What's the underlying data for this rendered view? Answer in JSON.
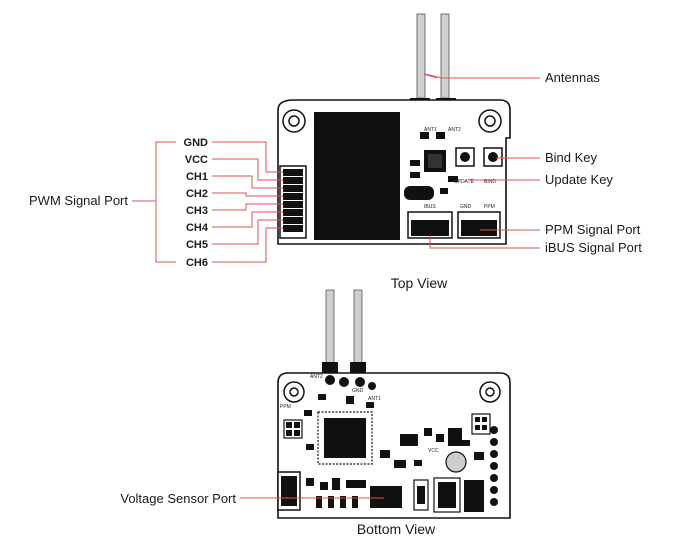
{
  "colors": {
    "leader_line": "#d9534f",
    "board_outline": "#111111",
    "component": "#111111"
  },
  "top_view": {
    "caption": "Top View",
    "callouts": {
      "antennas": "Antennas",
      "bind_key": "Bind Key",
      "update_key": "Update Key",
      "ppm_signal_port": "PPM Signal Port",
      "ibus_signal_port": "iBUS Signal Port",
      "pwm_signal_port": "PWM Signal Port"
    },
    "pwm_pins": [
      "GND",
      "VCC",
      "CH1",
      "CH2",
      "CH3",
      "CH4",
      "CH5",
      "CH6"
    ],
    "silkscreen": {
      "ant1": "ANT1",
      "ant2": "ANT2",
      "update": "UPDATE",
      "bind": "BIND",
      "ibus": "IBUS",
      "ppm": "PPM",
      "gnd": "GND"
    }
  },
  "bottom_view": {
    "caption": "Bottom View",
    "callouts": {
      "voltage_sensor_port": "Voltage Sensor Port"
    },
    "silkscreen": {
      "ant1": "ANT1",
      "ant2": "ANT2",
      "vcc": "VCC",
      "ppm": "PPM",
      "gnd": "GND"
    }
  }
}
